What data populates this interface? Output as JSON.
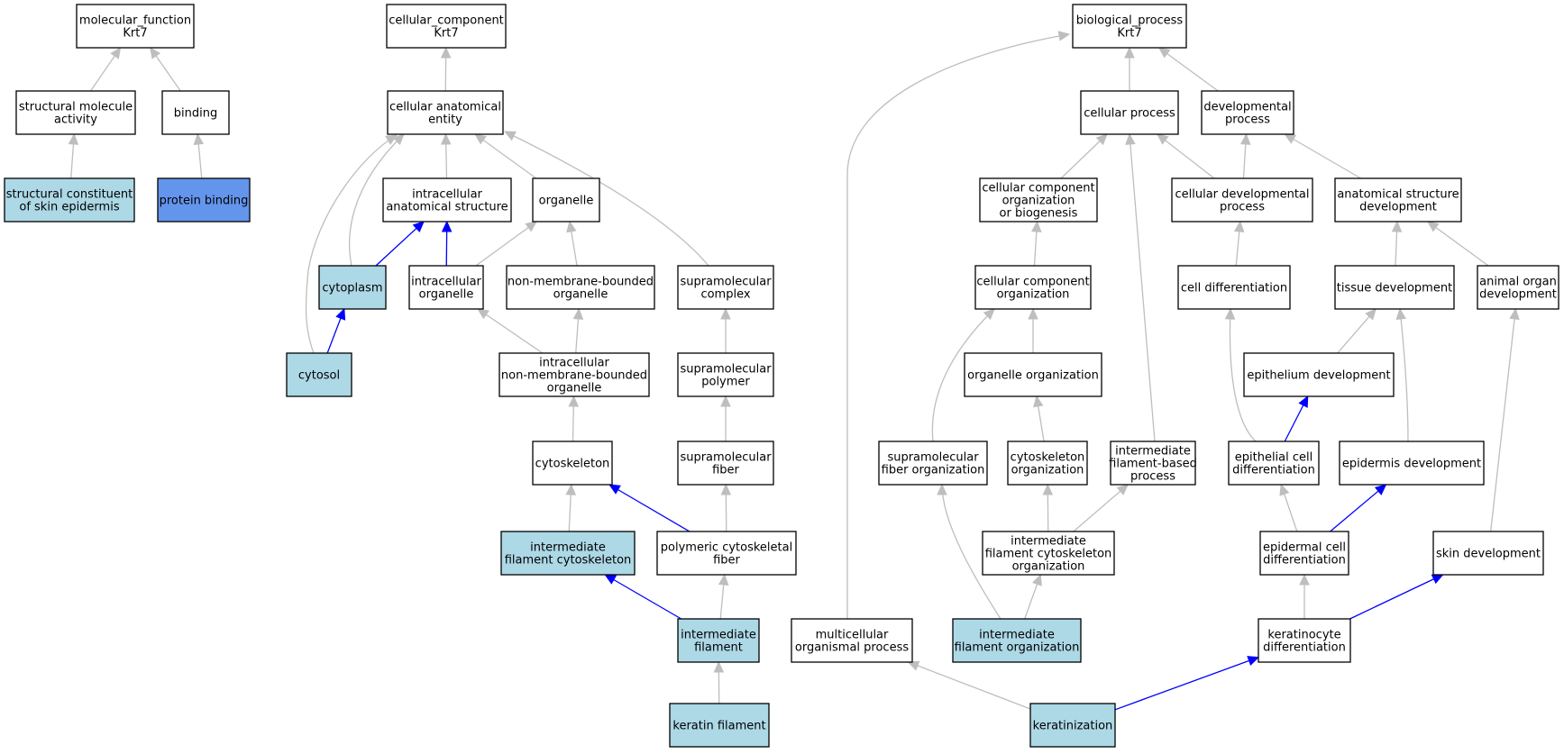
{
  "colors": {
    "plain_fill": "#ffffff",
    "annotated_fill": "#add8e6",
    "query_fill": "#6495ed",
    "is_a_edge": "#bebebe",
    "part_of_edge": "#0000ff"
  },
  "nodes": [
    {
      "id": "mf",
      "lines": [
        "molecular_function",
        "Krt7"
      ],
      "fill": "plain"
    },
    {
      "id": "sma",
      "lines": [
        "structural molecule",
        "activity"
      ],
      "fill": "plain"
    },
    {
      "id": "bind",
      "lines": [
        "binding"
      ],
      "fill": "plain"
    },
    {
      "id": "scse",
      "lines": [
        "structural constituent",
        "of skin epidermis"
      ],
      "fill": "annotated"
    },
    {
      "id": "pb",
      "lines": [
        "protein binding"
      ],
      "fill": "query"
    },
    {
      "id": "cc",
      "lines": [
        "cellular_component",
        "Krt7"
      ],
      "fill": "plain"
    },
    {
      "id": "cae",
      "lines": [
        "cellular anatomical",
        "entity"
      ],
      "fill": "plain"
    },
    {
      "id": "ias",
      "lines": [
        "intracellular",
        "anatomical structure"
      ],
      "fill": "plain"
    },
    {
      "id": "org",
      "lines": [
        "organelle"
      ],
      "fill": "plain"
    },
    {
      "id": "cyto",
      "lines": [
        "cytoplasm"
      ],
      "fill": "annotated"
    },
    {
      "id": "io",
      "lines": [
        "intracellular",
        "organelle"
      ],
      "fill": "plain"
    },
    {
      "id": "nmbo",
      "lines": [
        "non-membrane-bounded",
        "organelle"
      ],
      "fill": "plain"
    },
    {
      "id": "smc",
      "lines": [
        "supramolecular",
        "complex"
      ],
      "fill": "plain"
    },
    {
      "id": "cytosol",
      "lines": [
        "cytosol"
      ],
      "fill": "annotated"
    },
    {
      "id": "inmbo",
      "lines": [
        "intracellular",
        "non-membrane-bounded",
        "organelle"
      ],
      "fill": "plain"
    },
    {
      "id": "smp",
      "lines": [
        "supramolecular",
        "polymer"
      ],
      "fill": "plain"
    },
    {
      "id": "csk",
      "lines": [
        "cytoskeleton"
      ],
      "fill": "plain"
    },
    {
      "id": "smf",
      "lines": [
        "supramolecular",
        "fiber"
      ],
      "fill": "plain"
    },
    {
      "id": "ifc",
      "lines": [
        "intermediate",
        "filament cytoskeleton"
      ],
      "fill": "annotated"
    },
    {
      "id": "pcf",
      "lines": [
        "polymeric cytoskeletal",
        "fiber"
      ],
      "fill": "plain"
    },
    {
      "id": "if",
      "lines": [
        "intermediate",
        "filament"
      ],
      "fill": "annotated"
    },
    {
      "id": "kf",
      "lines": [
        "keratin filament"
      ],
      "fill": "annotated"
    },
    {
      "id": "bp",
      "lines": [
        "biological_process",
        "Krt7"
      ],
      "fill": "plain"
    },
    {
      "id": "cp",
      "lines": [
        "cellular process"
      ],
      "fill": "plain"
    },
    {
      "id": "dp",
      "lines": [
        "developmental",
        "process"
      ],
      "fill": "plain"
    },
    {
      "id": "ccob",
      "lines": [
        "cellular component",
        "organization",
        "or biogenesis"
      ],
      "fill": "plain"
    },
    {
      "id": "cdp",
      "lines": [
        "cellular developmental",
        "process"
      ],
      "fill": "plain"
    },
    {
      "id": "asd",
      "lines": [
        "anatomical structure",
        "development"
      ],
      "fill": "plain"
    },
    {
      "id": "cco",
      "lines": [
        "cellular component",
        "organization"
      ],
      "fill": "plain"
    },
    {
      "id": "cd",
      "lines": [
        "cell differentiation"
      ],
      "fill": "plain"
    },
    {
      "id": "td",
      "lines": [
        "tissue development"
      ],
      "fill": "plain"
    },
    {
      "id": "aod",
      "lines": [
        "animal organ",
        "development"
      ],
      "fill": "plain"
    },
    {
      "id": "oo",
      "lines": [
        "organelle organization"
      ],
      "fill": "plain"
    },
    {
      "id": "ed",
      "lines": [
        "epithelium development"
      ],
      "fill": "plain"
    },
    {
      "id": "sfo",
      "lines": [
        "supramolecular",
        "fiber organization"
      ],
      "fill": "plain"
    },
    {
      "id": "cso",
      "lines": [
        "cytoskeleton",
        "organization"
      ],
      "fill": "plain"
    },
    {
      "id": "ifbp",
      "lines": [
        "intermediate",
        "filament-based",
        "process"
      ],
      "fill": "plain"
    },
    {
      "id": "ecd",
      "lines": [
        "epithelial cell",
        "differentiation"
      ],
      "fill": "plain"
    },
    {
      "id": "epd",
      "lines": [
        "epidermis development"
      ],
      "fill": "plain"
    },
    {
      "id": "ifco",
      "lines": [
        "intermediate",
        "filament cytoskeleton",
        "organization"
      ],
      "fill": "plain"
    },
    {
      "id": "edd",
      "lines": [
        "epidermal cell",
        "differentiation"
      ],
      "fill": "plain"
    },
    {
      "id": "sd",
      "lines": [
        "skin development"
      ],
      "fill": "plain"
    },
    {
      "id": "mop",
      "lines": [
        "multicellular",
        "organismal process"
      ],
      "fill": "plain"
    },
    {
      "id": "ifo",
      "lines": [
        "intermediate",
        "filament organization"
      ],
      "fill": "annotated"
    },
    {
      "id": "kd",
      "lines": [
        "keratinocyte",
        "differentiation"
      ],
      "fill": "plain"
    },
    {
      "id": "ker",
      "lines": [
        "keratinization"
      ],
      "fill": "annotated"
    }
  ],
  "edges": [
    {
      "from": "sma",
      "to": "mf",
      "type": "is_a"
    },
    {
      "from": "bind",
      "to": "mf",
      "type": "is_a"
    },
    {
      "from": "scse",
      "to": "sma",
      "type": "is_a"
    },
    {
      "from": "pb",
      "to": "bind",
      "type": "is_a"
    },
    {
      "from": "cae",
      "to": "cc",
      "type": "is_a"
    },
    {
      "from": "ias",
      "to": "cae",
      "type": "is_a"
    },
    {
      "from": "org",
      "to": "cae",
      "type": "is_a"
    },
    {
      "from": "smc",
      "to": "cae",
      "type": "is_a"
    },
    {
      "from": "cyto",
      "to": "cae",
      "type": "is_a"
    },
    {
      "from": "cytosol",
      "to": "cae",
      "type": "is_a"
    },
    {
      "from": "cyto",
      "to": "ias",
      "type": "part_of"
    },
    {
      "from": "io",
      "to": "ias",
      "type": "part_of"
    },
    {
      "from": "io",
      "to": "org",
      "type": "is_a"
    },
    {
      "from": "nmbo",
      "to": "org",
      "type": "is_a"
    },
    {
      "from": "cytosol",
      "to": "cyto",
      "type": "part_of"
    },
    {
      "from": "inmbo",
      "to": "io",
      "type": "is_a"
    },
    {
      "from": "inmbo",
      "to": "nmbo",
      "type": "is_a"
    },
    {
      "from": "smp",
      "to": "smc",
      "type": "is_a"
    },
    {
      "from": "csk",
      "to": "inmbo",
      "type": "is_a"
    },
    {
      "from": "smf",
      "to": "smp",
      "type": "is_a"
    },
    {
      "from": "ifc",
      "to": "csk",
      "type": "is_a"
    },
    {
      "from": "pcf",
      "to": "csk",
      "type": "part_of"
    },
    {
      "from": "pcf",
      "to": "smf",
      "type": "is_a"
    },
    {
      "from": "if",
      "to": "ifc",
      "type": "part_of"
    },
    {
      "from": "if",
      "to": "pcf",
      "type": "is_a"
    },
    {
      "from": "kf",
      "to": "if",
      "type": "is_a"
    },
    {
      "from": "cp",
      "to": "bp",
      "type": "is_a"
    },
    {
      "from": "dp",
      "to": "bp",
      "type": "is_a"
    },
    {
      "from": "mop",
      "to": "bp",
      "type": "is_a"
    },
    {
      "from": "ccob",
      "to": "cp",
      "type": "is_a"
    },
    {
      "from": "cdp",
      "to": "cp",
      "type": "is_a"
    },
    {
      "from": "ifbp",
      "to": "cp",
      "type": "is_a"
    },
    {
      "from": "cdp",
      "to": "dp",
      "type": "is_a"
    },
    {
      "from": "asd",
      "to": "dp",
      "type": "is_a"
    },
    {
      "from": "cco",
      "to": "ccob",
      "type": "is_a"
    },
    {
      "from": "cd",
      "to": "cdp",
      "type": "is_a"
    },
    {
      "from": "td",
      "to": "asd",
      "type": "is_a"
    },
    {
      "from": "aod",
      "to": "asd",
      "type": "is_a"
    },
    {
      "from": "oo",
      "to": "cco",
      "type": "is_a"
    },
    {
      "from": "sfo",
      "to": "cco",
      "type": "is_a"
    },
    {
      "from": "ecd",
      "to": "cd",
      "type": "is_a"
    },
    {
      "from": "ed",
      "to": "td",
      "type": "is_a"
    },
    {
      "from": "epd",
      "to": "td",
      "type": "is_a"
    },
    {
      "from": "sd",
      "to": "aod",
      "type": "is_a"
    },
    {
      "from": "cso",
      "to": "oo",
      "type": "is_a"
    },
    {
      "from": "ecd",
      "to": "ed",
      "type": "part_of"
    },
    {
      "from": "ifco",
      "to": "cso",
      "type": "is_a"
    },
    {
      "from": "ifco",
      "to": "ifbp",
      "type": "is_a"
    },
    {
      "from": "ifo",
      "to": "sfo",
      "type": "is_a"
    },
    {
      "from": "edd",
      "to": "ecd",
      "type": "is_a"
    },
    {
      "from": "edd",
      "to": "epd",
      "type": "part_of"
    },
    {
      "from": "ifo",
      "to": "ifco",
      "type": "is_a"
    },
    {
      "from": "kd",
      "to": "edd",
      "type": "is_a"
    },
    {
      "from": "kd",
      "to": "sd",
      "type": "part_of"
    },
    {
      "from": "ker",
      "to": "mop",
      "type": "is_a"
    },
    {
      "from": "ker",
      "to": "kd",
      "type": "part_of"
    }
  ]
}
